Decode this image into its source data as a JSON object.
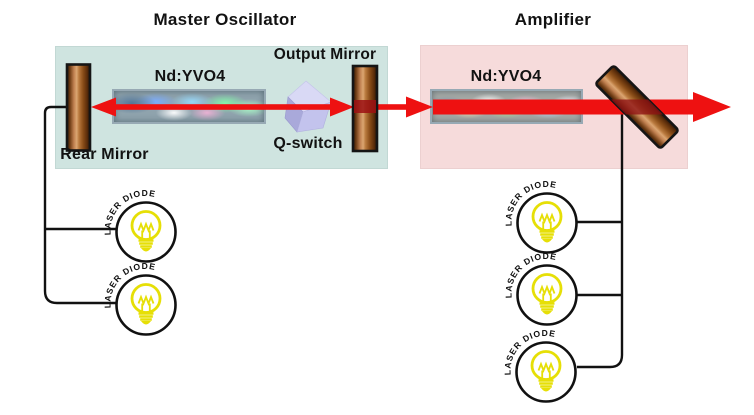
{
  "oscillator": {
    "title": "Master Oscillator",
    "crystal_label": "Nd:YVO4",
    "output_mirror_label": "Output Mirror",
    "q_switch_label": "Q-switch",
    "rear_mirror_label": "Rear Mirror",
    "diodes": [
      "LASER DIODE",
      "LASER DIODE"
    ]
  },
  "amplifier": {
    "title": "Amplifier",
    "crystal_label": "Nd:YVO4",
    "diodes": [
      "LASER DIODE",
      "LASER DIODE",
      "LASER DIODE"
    ]
  },
  "colors": {
    "oscillator_box": "#cfe4e0",
    "amplifier_box": "#f6dbdb",
    "beam_red": "#ee1111",
    "beam_through_mirror_red": "#9c1113",
    "mirror_brown": "#8a4a16",
    "q_switch_lavender": "#c3c3ed",
    "diode_bulb_yellow": "#e6df06",
    "line_black": "#111111"
  }
}
